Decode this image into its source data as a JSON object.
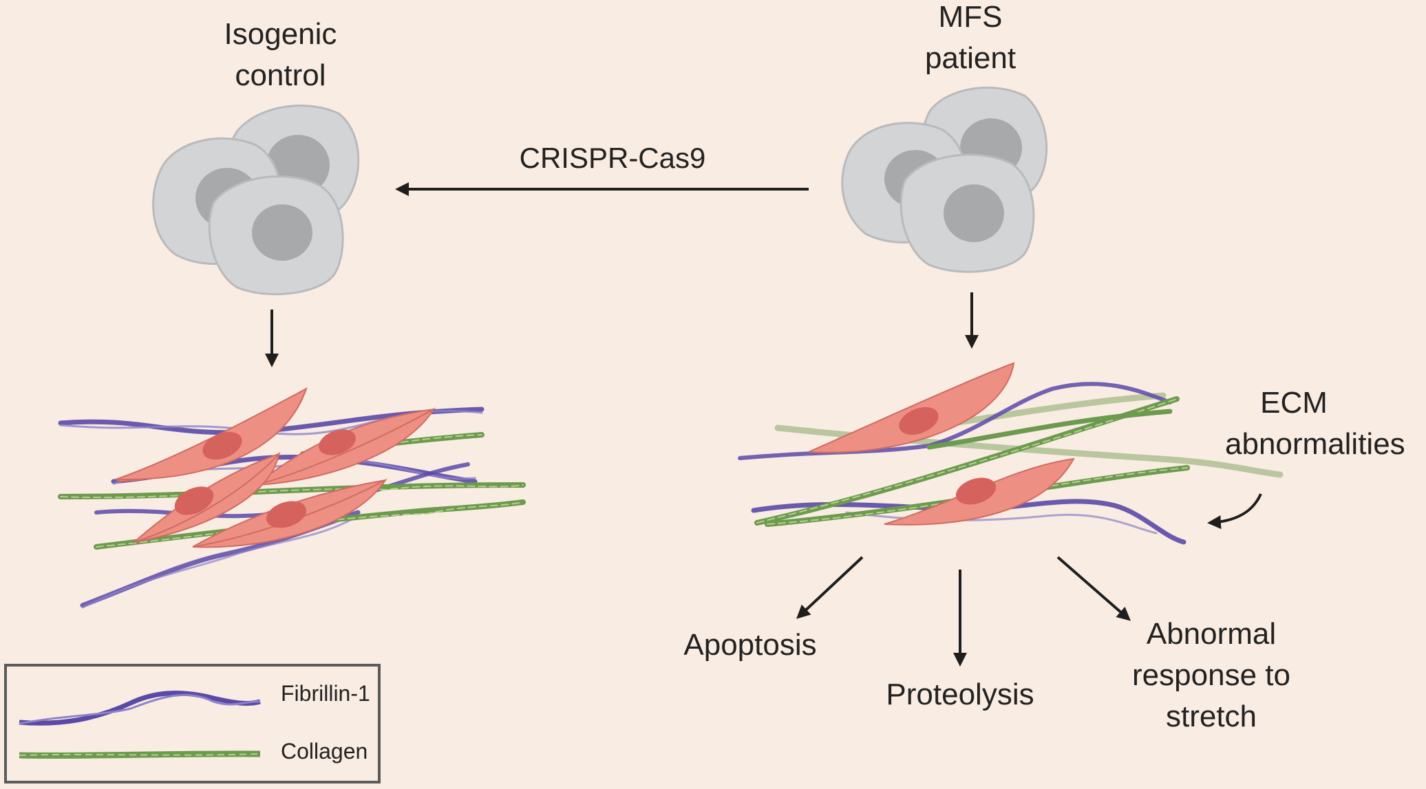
{
  "labels": {
    "isogenic_l1": "Isogenic",
    "isogenic_l2": "control",
    "mfs_l1": "MFS",
    "mfs_l2": "patient",
    "crispr": "CRISPR-Cas9",
    "ecm_l1": "ECM",
    "ecm_l2": "abnormalities",
    "apoptosis": "Apoptosis",
    "proteolysis": "Proteolysis",
    "abn_l1": "Abnormal",
    "abn_l2": "response to",
    "abn_l3": "stretch"
  },
  "legend": {
    "fibrillin": "Fibrillin-1",
    "collagen": "Collagen"
  },
  "colors": {
    "background": "#f9ece2",
    "cell_body": "#d2d4d5",
    "cell_nucleus": "#a8a9aa",
    "muscle_cell": "#ee8f84",
    "muscle_nucleus": "#d6625d",
    "fibrillin": "#5a4aa8",
    "collagen": "#6c9a4e",
    "arrow": "#1e1e1e"
  }
}
